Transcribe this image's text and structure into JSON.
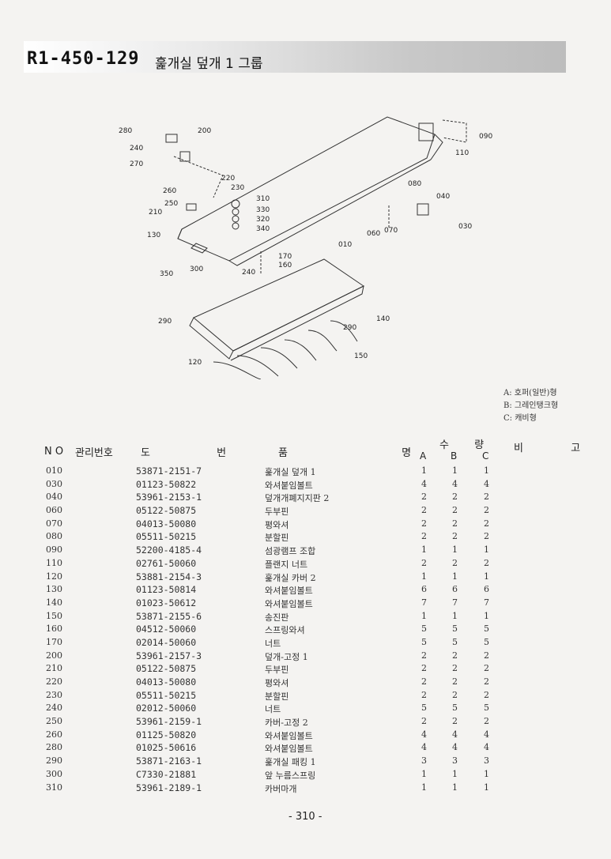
{
  "header": {
    "code": "R1-450-129",
    "name": "훑개실 덮개 1 그룹"
  },
  "callouts": [
    "280",
    "200",
    "240",
    "270",
    "220",
    "230",
    "260",
    "250",
    "210",
    "310",
    "330",
    "320",
    "340",
    "130",
    "350",
    "300",
    "240",
    "170",
    "160",
    "290",
    "140",
    "290",
    "120",
    "150",
    "090",
    "110",
    "080",
    "040",
    "060",
    "070",
    "010",
    "030"
  ],
  "variants": [
    "A: 호퍼(일반)형",
    "B: 그레인탱크형",
    "C: 캐비형"
  ],
  "table_header": {
    "no": "N O",
    "mgmt": "관리번호",
    "drawing": "도 번",
    "name": "품 명",
    "qty": "수 량",
    "qa": "A",
    "qb": "B",
    "qc": "C",
    "remark": "비 고"
  },
  "rows": [
    {
      "no": "010",
      "part": "53871-2151-7",
      "name": "훑개실 덮개 1",
      "a": "1",
      "b": "1",
      "c": "1"
    },
    {
      "no": "030",
      "part": "01123-50822",
      "name": "와셔붙임볼트",
      "a": "4",
      "b": "4",
      "c": "4"
    },
    {
      "no": "040",
      "part": "53961-2153-1",
      "name": "덮개개폐지지판 2",
      "a": "2",
      "b": "2",
      "c": "2"
    },
    {
      "no": "060",
      "part": "05122-50875",
      "name": "두부핀",
      "a": "2",
      "b": "2",
      "c": "2"
    },
    {
      "no": "070",
      "part": "04013-50080",
      "name": "평와셔",
      "a": "2",
      "b": "2",
      "c": "2"
    },
    {
      "no": "080",
      "part": "05511-50215",
      "name": "분할핀",
      "a": "2",
      "b": "2",
      "c": "2"
    },
    {
      "no": "090",
      "part": "52200-4185-4",
      "name": "섬광램프 조합",
      "a": "1",
      "b": "1",
      "c": "1"
    },
    {
      "no": "110",
      "part": "02761-50060",
      "name": "플랜지 너트",
      "a": "2",
      "b": "2",
      "c": "2"
    },
    {
      "no": "120",
      "part": "53881-2154-3",
      "name": "훑개실 카버 2",
      "a": "1",
      "b": "1",
      "c": "1"
    },
    {
      "no": "130",
      "part": "01123-50814",
      "name": "와셔붙임볼트",
      "a": "6",
      "b": "6",
      "c": "6"
    },
    {
      "no": "140",
      "part": "01023-50612",
      "name": "와셔붙임볼트",
      "a": "7",
      "b": "7",
      "c": "7"
    },
    {
      "no": "150",
      "part": "53871-2155-6",
      "name": "송진판",
      "a": "1",
      "b": "1",
      "c": "1"
    },
    {
      "no": "160",
      "part": "04512-50060",
      "name": "스프링와셔",
      "a": "5",
      "b": "5",
      "c": "5"
    },
    {
      "no": "170",
      "part": "02014-50060",
      "name": "너트",
      "a": "5",
      "b": "5",
      "c": "5"
    },
    {
      "no": "200",
      "part": "53961-2157-3",
      "name": "덮개-고정 1",
      "a": "2",
      "b": "2",
      "c": "2"
    },
    {
      "no": "210",
      "part": "05122-50875",
      "name": "두부핀",
      "a": "2",
      "b": "2",
      "c": "2"
    },
    {
      "no": "220",
      "part": "04013-50080",
      "name": "평와셔",
      "a": "2",
      "b": "2",
      "c": "2"
    },
    {
      "no": "230",
      "part": "05511-50215",
      "name": "분할핀",
      "a": "2",
      "b": "2",
      "c": "2"
    },
    {
      "no": "240",
      "part": "02012-50060",
      "name": "너트",
      "a": "5",
      "b": "5",
      "c": "5"
    },
    {
      "no": "250",
      "part": "53961-2159-1",
      "name": "카버-고정 2",
      "a": "2",
      "b": "2",
      "c": "2"
    },
    {
      "no": "260",
      "part": "01125-50820",
      "name": "와셔붙임볼트",
      "a": "4",
      "b": "4",
      "c": "4"
    },
    {
      "no": "280",
      "part": "01025-50616",
      "name": "와셔붙임볼트",
      "a": "4",
      "b": "4",
      "c": "4"
    },
    {
      "no": "290",
      "part": "53871-2163-1",
      "name": "훑개실 패킹 1",
      "a": "3",
      "b": "3",
      "c": "3"
    },
    {
      "no": "300",
      "part": "C7330-21881",
      "name": "앞 누름스프링",
      "a": "1",
      "b": "1",
      "c": "1"
    },
    {
      "no": "310",
      "part": "53961-2189-1",
      "name": "카버마개",
      "a": "1",
      "b": "1",
      "c": "1"
    }
  ],
  "footer": {
    "page": "- 310 -"
  }
}
